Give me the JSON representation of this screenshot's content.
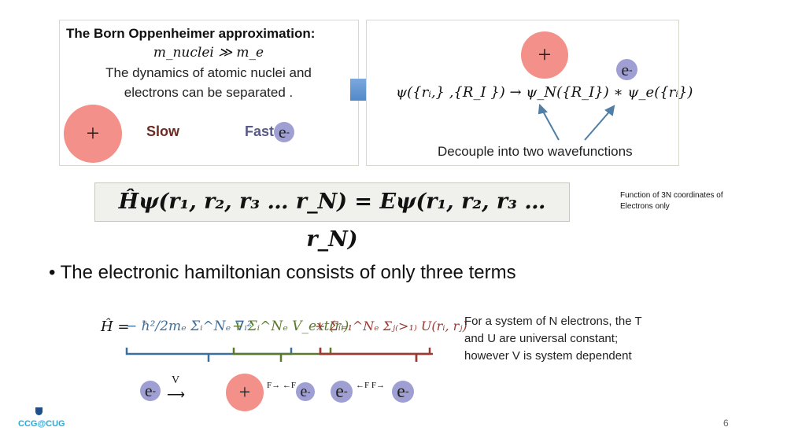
{
  "box1": {
    "title": "The Born Oppenheimer approximation:",
    "mass_relation": "m_nuclei ≫ m_e",
    "desc_line1": "The dynamics of atomic nuclei and",
    "desc_line2": "electrons can be separated .",
    "slow": "Slow",
    "fast": "Fast"
  },
  "box2": {
    "equation": "ψ({rᵢ,} ,{R_I }) → ψ_N({R_I}) ∗ ψ_e({rᵢ})",
    "caption": "Decouple into two wavefunctions"
  },
  "particles": {
    "nucleus": "+",
    "electron": "e",
    "electron_charge": "-",
    "velocity": "V",
    "force": "F"
  },
  "schrodinger": {
    "equation": "Ĥψ(r₁, r₂, r₃ … r_N) = Eψ(r₁, r₂, r₃ … r_N)",
    "note_line1": "Function of 3N coordinates of",
    "note_line2": "Electrons only"
  },
  "bullet": {
    "text": "The electronic hamiltonian consists of only three terms"
  },
  "hamiltonian": {
    "lhs": "Ĥ =",
    "kinetic": "− ħ²/2mₑ Σᵢ^Nₑ ∇ᵢ²",
    "external": "+ Σᵢ^Nₑ V_ext(rᵢ)",
    "interaction": "+ Σᵢ₌₁^Nₑ Σⱼ₍>₁₎ U(rᵢ, rⱼ)"
  },
  "explanation": {
    "line1": "For a system of N electrons, the T",
    "line2": "and U are universal constant;",
    "line3": "however V is system dependent"
  },
  "logo": {
    "text": "CCG@CUG"
  },
  "page_number": "6",
  "colors": {
    "kinetic": "#3d6f9e",
    "external": "#5a7a2a",
    "interaction": "#9a3a35",
    "nucleus": "#f4908a",
    "electron": "#9f9fd4",
    "arrow": "#4f86c6",
    "logo": "#2aa8d8"
  }
}
